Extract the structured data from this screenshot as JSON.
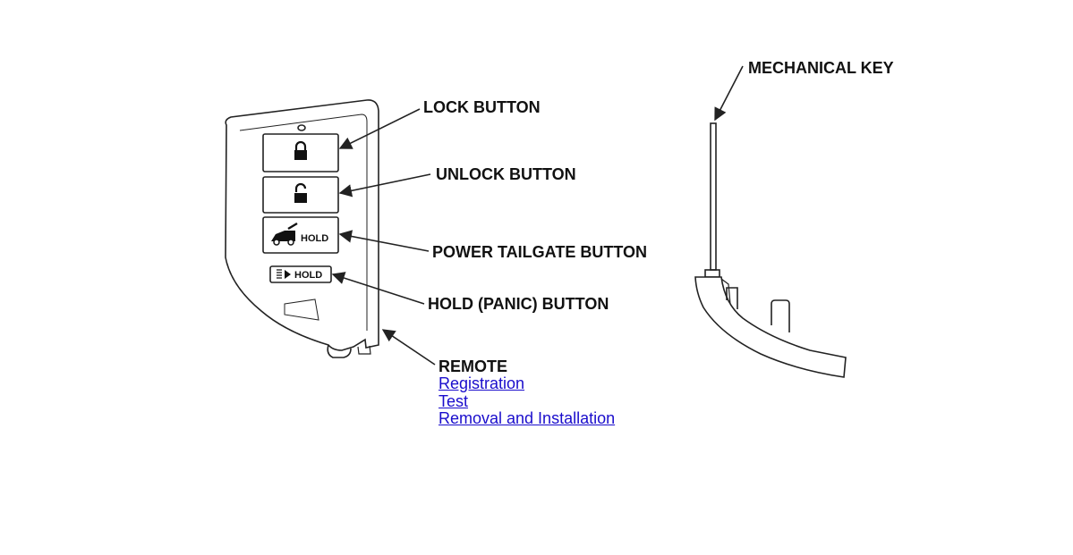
{
  "labels": {
    "lock": "LOCK BUTTON",
    "unlock": "UNLOCK BUTTON",
    "tailgate": "POWER TAILGATE BUTTON",
    "panic": "HOLD (PANIC) BUTTON",
    "remote": "REMOTE",
    "mechanical_key": "MECHANICAL KEY"
  },
  "fob_text": {
    "tailgate_hold": "HOLD",
    "panic_hold": "HOLD"
  },
  "remote_links": [
    {
      "label": "Registration"
    },
    {
      "label": "Test"
    },
    {
      "label": "Removal and Installation"
    }
  ],
  "icons": {
    "lock_button": "closed-padlock-icon",
    "unlock_button": "open-padlock-icon",
    "tailgate_button": "suv-tailgate-icon",
    "panic_button": "horn-light-icon"
  },
  "colors": {
    "link": "#1a0dcc",
    "line": "#222222"
  }
}
